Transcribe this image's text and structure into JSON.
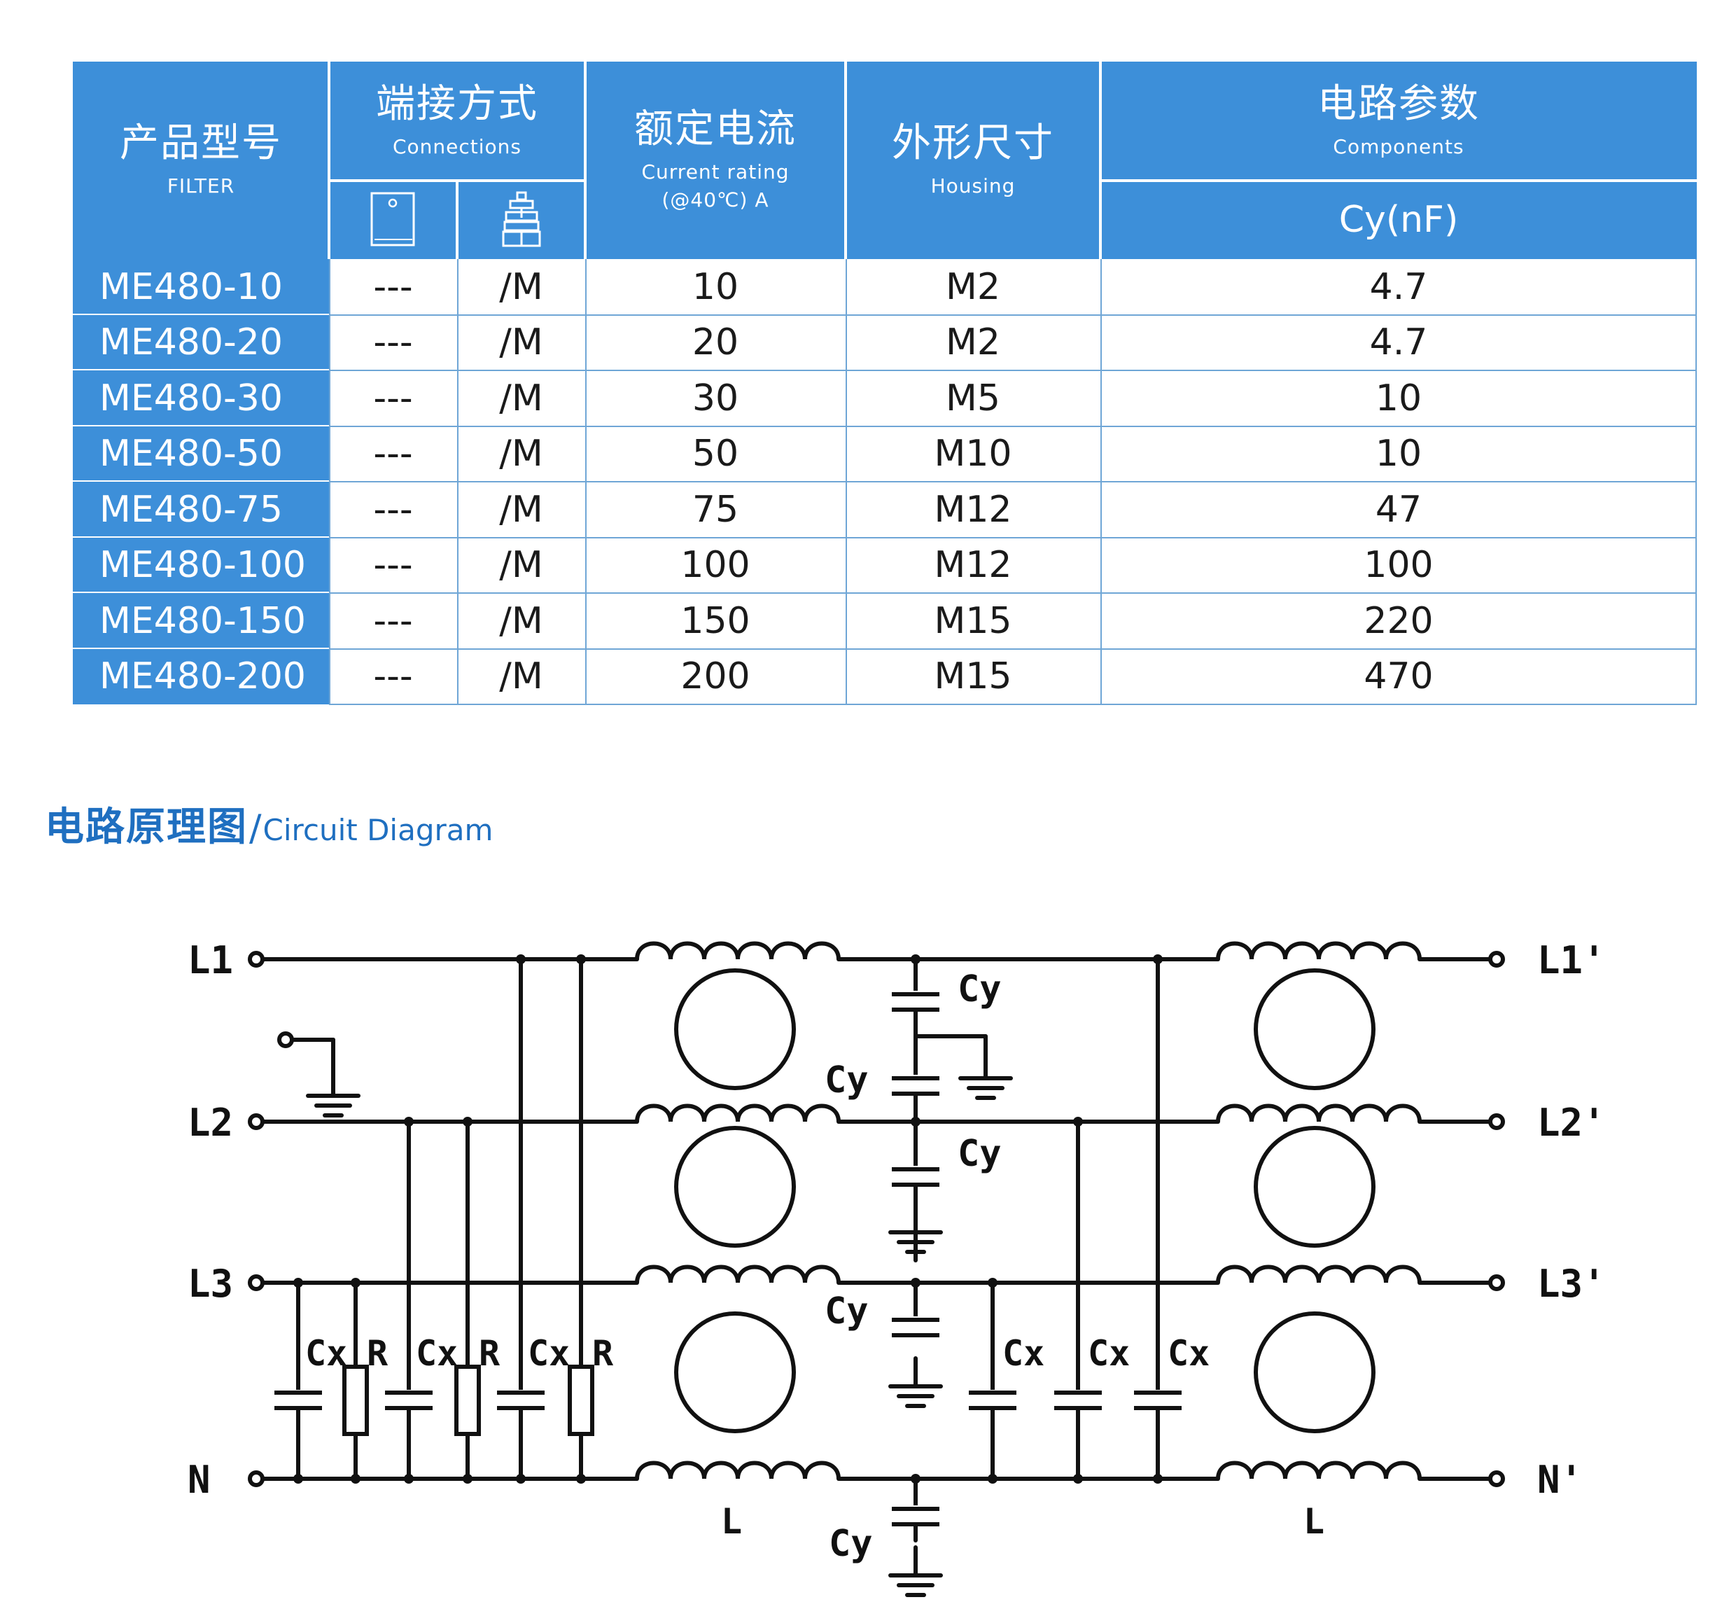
{
  "table": {
    "headers": {
      "filter": {
        "cn": "产品型号",
        "en": "FILTER"
      },
      "connections": {
        "cn": "端接方式",
        "en": "Connections"
      },
      "current": {
        "cn": "额定电流",
        "en_line1": "Current rating",
        "en_line2": "(@40℃)   A"
      },
      "housing": {
        "cn": "外形尺寸",
        "en": "Housing"
      },
      "components": {
        "cn": "电路参数",
        "en": "Components",
        "sub": "Cy(nF)"
      },
      "connection_icons": [
        "terminal-block-icon",
        "stud-bolt-icon"
      ]
    },
    "rows": [
      {
        "model": "ME480-10",
        "conn1": "---",
        "conn2": "/M",
        "current": "10",
        "housing": "M2",
        "cy": "4.7"
      },
      {
        "model": "ME480-20",
        "conn1": "---",
        "conn2": "/M",
        "current": "20",
        "housing": "M2",
        "cy": "4.7"
      },
      {
        "model": "ME480-30",
        "conn1": "---",
        "conn2": "/M",
        "current": "30",
        "housing": "M5",
        "cy": "10"
      },
      {
        "model": "ME480-50",
        "conn1": "---",
        "conn2": "/M",
        "current": "50",
        "housing": "M10",
        "cy": "10"
      },
      {
        "model": "ME480-75",
        "conn1": "---",
        "conn2": "/M",
        "current": "75",
        "housing": "M12",
        "cy": "47"
      },
      {
        "model": "ME480-100",
        "conn1": "---",
        "conn2": "/M",
        "current": "100",
        "housing": "M12",
        "cy": "100"
      },
      {
        "model": "ME480-150",
        "conn1": "---",
        "conn2": "/M",
        "current": "150",
        "housing": "M15",
        "cy": "220"
      },
      {
        "model": "ME480-200",
        "conn1": "---",
        "conn2": "/M",
        "current": "200",
        "housing": "M15",
        "cy": "470"
      }
    ],
    "colors": {
      "header_bg": "#3d8fd9",
      "grid": "#6fa6d6",
      "title": "#1f6fc0"
    }
  },
  "section": {
    "title_cn": "电路原理图",
    "separator": "/",
    "title_en": "Circuit Diagram"
  },
  "circuit": {
    "inputs": [
      "L1",
      "L2",
      "L3",
      "N"
    ],
    "outputs": [
      "L1'",
      "L2'",
      "L3'",
      "N'"
    ],
    "labels": {
      "cy": "Cy",
      "cx": "Cx",
      "r": "R",
      "l": "L"
    }
  }
}
